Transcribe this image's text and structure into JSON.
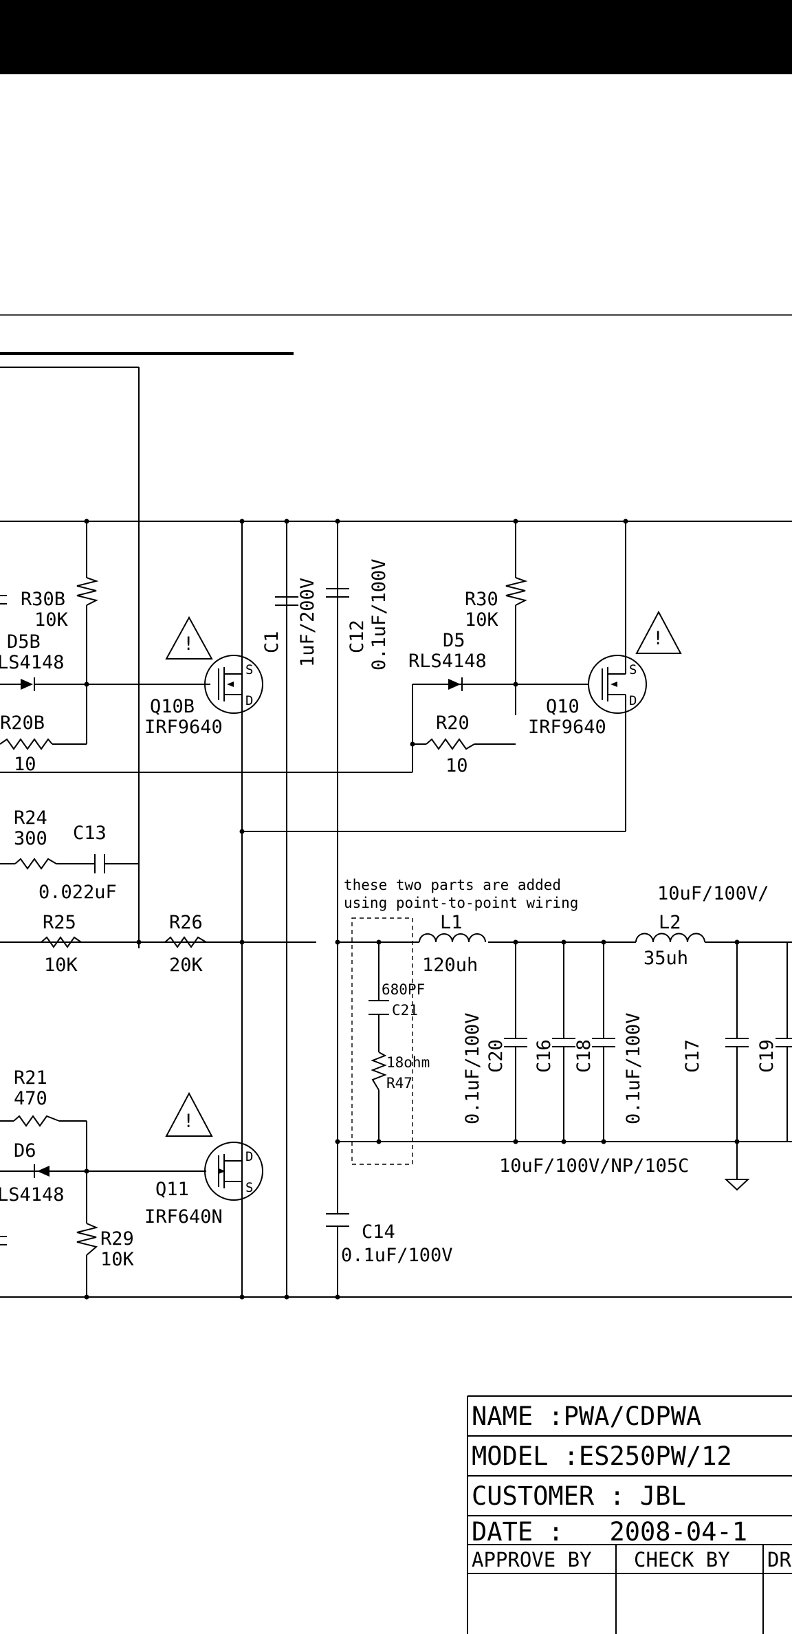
{
  "components": {
    "r30b": {
      "ref": "R30B",
      "val": "10K"
    },
    "d5b": {
      "ref": "D5B",
      "val": "LS4148"
    },
    "r20b": {
      "ref": "R20B",
      "val": "10"
    },
    "q10b": {
      "ref": "Q10B",
      "val": "IRF9640"
    },
    "c1": {
      "ref": "C1",
      "val": "1uF/200V"
    },
    "c12": {
      "ref": "C12",
      "val": "0.1uF/100V"
    },
    "r30": {
      "ref": "R30",
      "val": "10K"
    },
    "d5": {
      "ref": "D5",
      "val": "RLS4148"
    },
    "r20": {
      "ref": "R20",
      "val": "10"
    },
    "q10": {
      "ref": "Q10",
      "val": "IRF9640"
    },
    "r24": {
      "ref": "R24",
      "val": "300"
    },
    "c13": {
      "ref": "C13",
      "val": "0.022uF"
    },
    "r25": {
      "ref": "R25",
      "val": "10K"
    },
    "r26": {
      "ref": "R26",
      "val": "20K"
    },
    "l1": {
      "ref": "L1",
      "val": "120uh"
    },
    "l2": {
      "ref": "L2",
      "val": "35uh"
    },
    "c21": {
      "ref": "C21",
      "val": "680PF"
    },
    "r47": {
      "ref": "R47",
      "val": "18ohm"
    },
    "c20": {
      "ref": "C20",
      "val": "0.1uF/100V"
    },
    "c16": {
      "ref": "C16"
    },
    "c18": {
      "ref": "C18",
      "val": "0.1uF/100V"
    },
    "c17": {
      "ref": "C17"
    },
    "c19": {
      "ref": "C19"
    },
    "r21": {
      "ref": "R21",
      "val": "470"
    },
    "d6": {
      "ref": "D6",
      "val": "LS4148"
    },
    "q11": {
      "ref": "Q11",
      "val": "IRF640N"
    },
    "r29": {
      "ref": "R29",
      "val": "10K"
    },
    "c14": {
      "ref": "C14",
      "val": "0.1uF/100V"
    }
  },
  "notes": {
    "added_line1": "these two parts are added",
    "added_line2": "using point-to-point wiring",
    "cap_top": "10uF/100V/",
    "cap_bottom": "10uF/100V/NP/105C"
  },
  "pin_labels": {
    "s": "S",
    "d": "D"
  },
  "warning_symbol": "!",
  "title_block": {
    "name": "NAME :PWA/CDPWA",
    "model": "MODEL :ES250PW/12",
    "customer": "CUSTOMER : JBL",
    "date": "DATE :   2008-04-1",
    "approve": "APPROVE BY",
    "check": "CHECK BY",
    "draw": "DR"
  }
}
